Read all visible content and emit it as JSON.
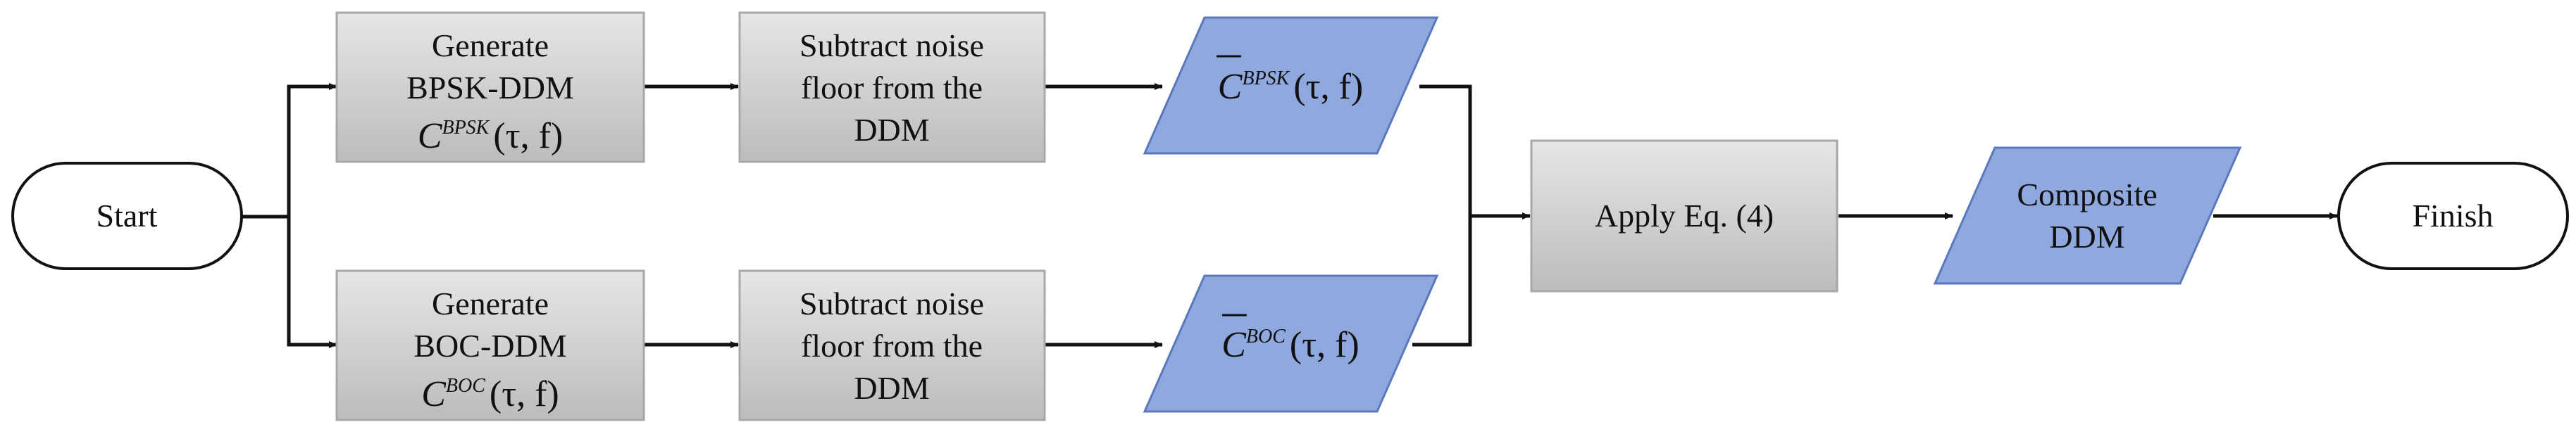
{
  "flowchart": {
    "start": "Start",
    "finish": "Finish",
    "bpsk_generate": {
      "line1": "Generate",
      "line2": "BPSK-DDM"
    },
    "boc_generate": {
      "line1": "Generate",
      "line2": "BOC-DDM"
    },
    "bpsk_subtract": {
      "line1": "Subtract noise",
      "line2": "floor from the",
      "line3": "DDM"
    },
    "boc_subtract": {
      "line1": "Subtract noise",
      "line2": "floor from the",
      "line3": "DDM"
    },
    "apply": "Apply Eq. (4)",
    "composite": {
      "line1": "Composite",
      "line2": "DDM"
    },
    "math": {
      "c": "C",
      "bpsk_sup": "BPSK",
      "boc_sup": "BOC",
      "args": "(τ, f)",
      "lparen": "(",
      "tau": "τ",
      "comma": ",",
      "f": "f",
      "rparen": ")"
    }
  },
  "colors": {
    "process_fill_top": "#e3e3e3",
    "process_fill_bottom": "#bdbdbd",
    "data_fill": "#8fa9de",
    "data_stroke": "#5a78bd",
    "line": "#111111"
  }
}
